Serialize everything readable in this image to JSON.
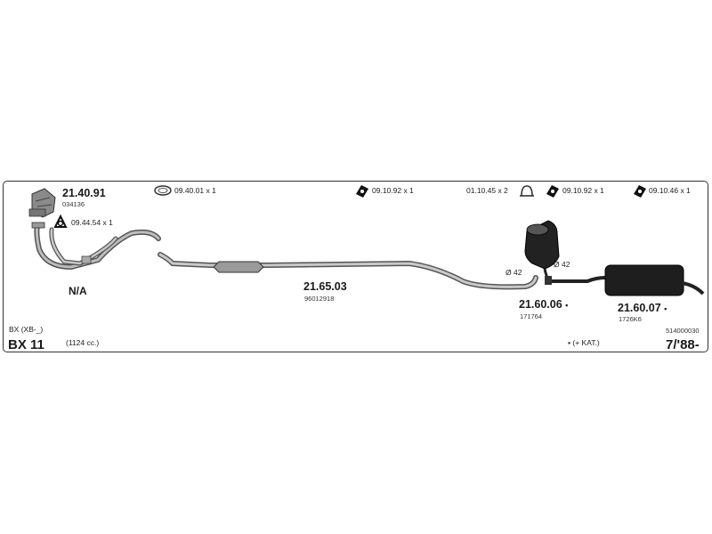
{
  "parts": {
    "manifold": {
      "code": "21.40.91",
      "sub": "034136"
    },
    "mid_pipe": {
      "code": "21.65.03",
      "sub": "96012918"
    },
    "middle_silencer": {
      "code": "21.60.06",
      "sub": "171764",
      "marker": "▪"
    },
    "rear_silencer": {
      "code": "21.60.07",
      "sub": "1726K6",
      "marker": "▪"
    }
  },
  "accessories": [
    {
      "icon": "gasket-ring-icon",
      "text": "09.40.01 x 1"
    },
    {
      "icon": "triangle-gasket-icon",
      "text": "09.44.54 x 1"
    },
    {
      "icon": "rubber-mount-icon",
      "text": "09.10.92 x 1"
    },
    {
      "icon": "clamp-icon",
      "text": "01.10.45 x 2"
    },
    {
      "icon": "rubber-mount-icon",
      "text": "09.10.92 x 1"
    },
    {
      "icon": "rubber-mount-icon",
      "text": "09.10.46 x 1"
    }
  ],
  "labels": {
    "na": "N/A",
    "diam_left": "Ø 42",
    "diam_right": "Ø 42"
  },
  "footer": {
    "model_sub": "BX (XB-_)",
    "model": "BX 11",
    "engine": "(1124 cc.)",
    "kat_note": "▪ (+ KAT.)",
    "ref": "514000030",
    "date": "7/'88-"
  }
}
